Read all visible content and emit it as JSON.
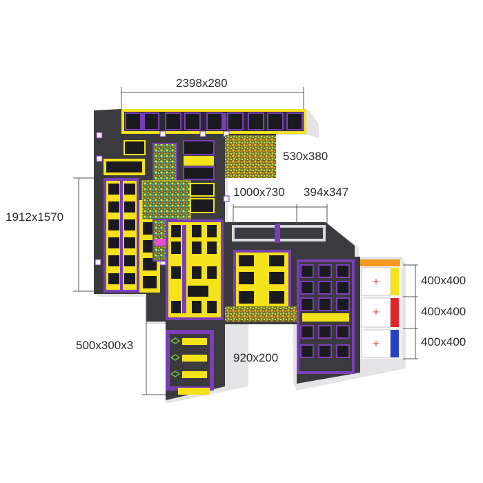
{
  "dimensions": {
    "top_span": "2398x280",
    "ball_pit": "530x380",
    "left_height": "1912x1570",
    "center_area": "1000x730",
    "right_strip": "394x347",
    "right_box_1": "400x400",
    "right_box_2": "400x400",
    "right_box_3": "400x400",
    "lower_left": "500x300x3",
    "lower_center": "920x200"
  },
  "colors": {
    "floor": "#3b3a3f",
    "wall": "#d9d9dc",
    "yellow": "#f4e21a",
    "purple": "#7a3fb8",
    "trampoline": "#1b1b1f",
    "red": "#e0262a",
    "blue": "#2740c8",
    "orange": "#f39a1e",
    "magenta": "#e44fd0",
    "green": "#6fbf3a"
  }
}
